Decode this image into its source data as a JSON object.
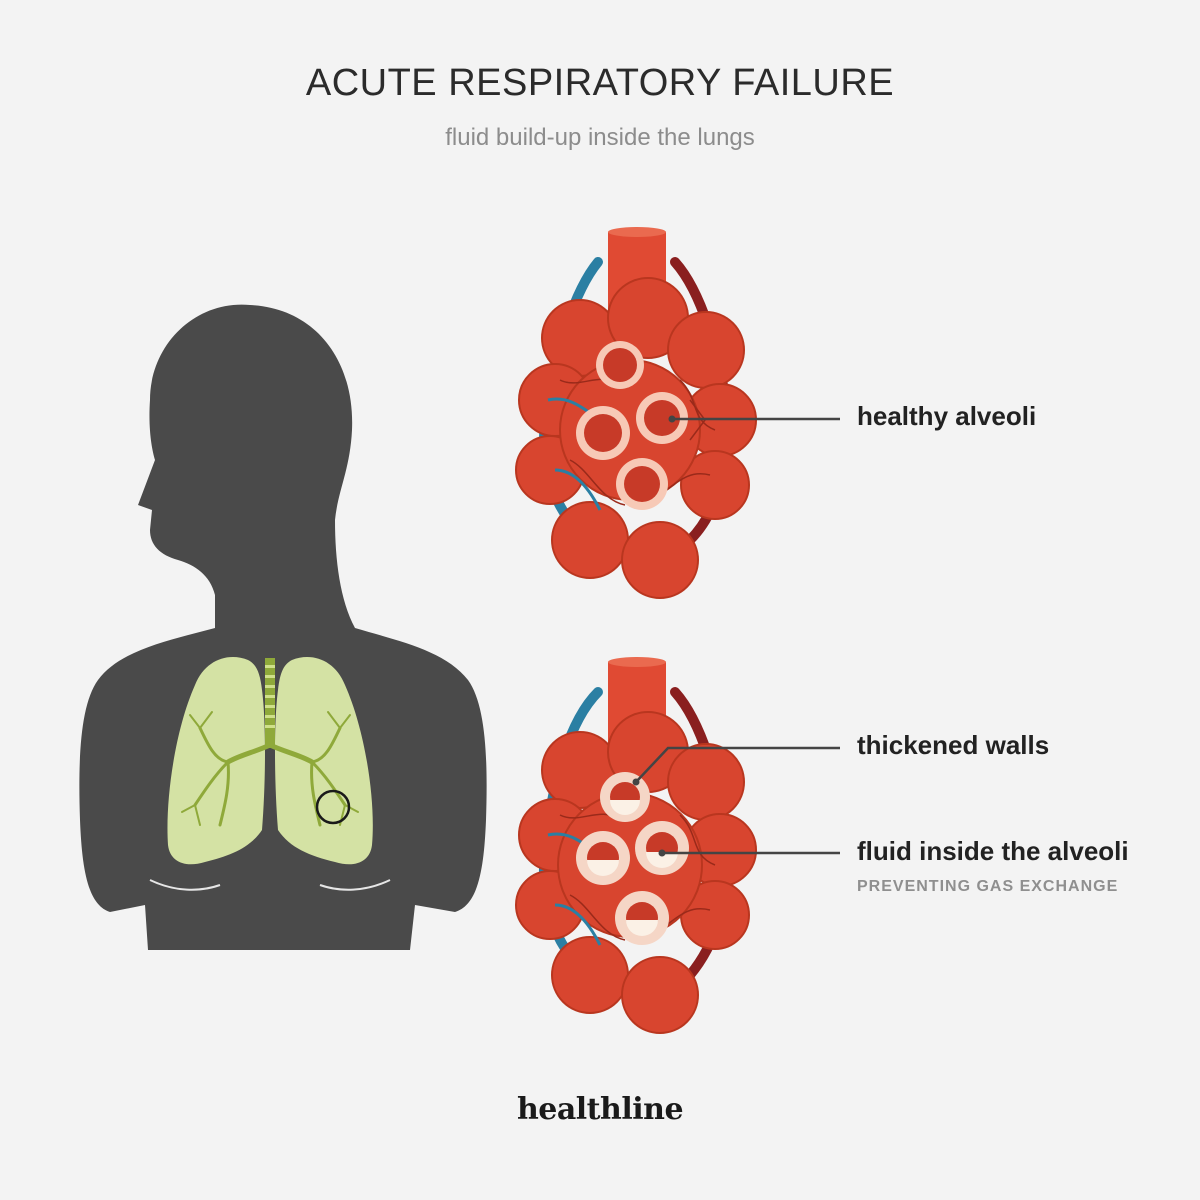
{
  "header": {
    "title": "ACUTE RESPIRATORY FAILURE",
    "subtitle": "fluid build-up inside the lungs"
  },
  "labels": {
    "healthy": "healthy alveoli",
    "thickened": "thickened walls",
    "fluid": "fluid inside the alveoli",
    "fluid_note": "PREVENTING GAS EXCHANGE"
  },
  "brand": {
    "logo": "healthline"
  },
  "colors": {
    "background": "#f3f3f3",
    "silhouette": "#4a4a4a",
    "lung": "#d4e2a4",
    "bronchi": "#8fa93a",
    "alveoli": "#d8452f",
    "artery": "#e04a33",
    "vein_blue": "#2b7fa3",
    "vein_dark": "#8a1f1f"
  }
}
